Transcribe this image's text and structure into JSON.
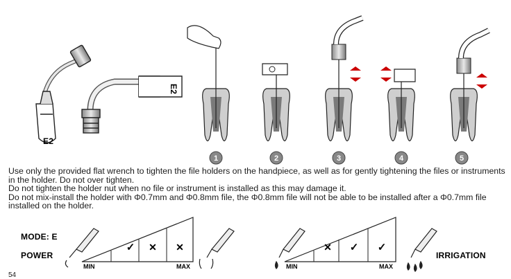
{
  "labels": {
    "holder_left": "E2",
    "holder_right": "E2"
  },
  "steps": [
    "1",
    "2",
    "3",
    "4",
    "5"
  ],
  "instructions": [
    "Use only the provided flat wrench to tighten the file holders on the handpiece, as well as for gently tightening the files or instruments in the holder. Do not over tighten.",
    "Do not tighten the holder nut when no file or instrument is installed as this may damage it.",
    "Do not mix-install the holder with Φ0.7mm and Φ0.8mm file, the Φ0.8mm file will not be able to be installed after a Φ0.7mm file installed on the holder."
  ],
  "scales": {
    "mode_label": "MODE: E",
    "power_label": "POWER",
    "irrigation_label": "IRRIGATION",
    "power": {
      "min_label": "MIN",
      "max_label": "MAX",
      "marks": [
        "✓",
        "✕",
        "✕"
      ]
    },
    "irrigation": {
      "min_label": "MIN",
      "max_label": "MAX",
      "marks": [
        "✕",
        "✓",
        "✓"
      ]
    }
  },
  "page_number": "54"
}
